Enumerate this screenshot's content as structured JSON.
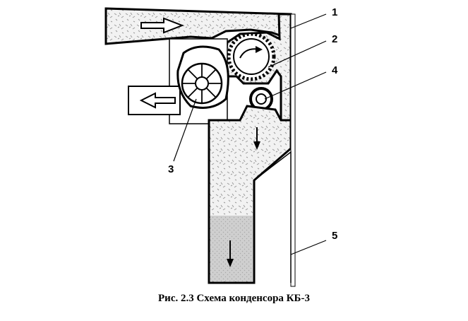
{
  "figure": {
    "caption": "Рис. 2.3 Схема конденсора КБ-3",
    "labels": [
      "1",
      "2",
      "3",
      "4",
      "5"
    ]
  },
  "colors": {
    "outline": "#000000",
    "fibre": "#c8c8c8",
    "settled_mass": "#c8c8c8"
  }
}
